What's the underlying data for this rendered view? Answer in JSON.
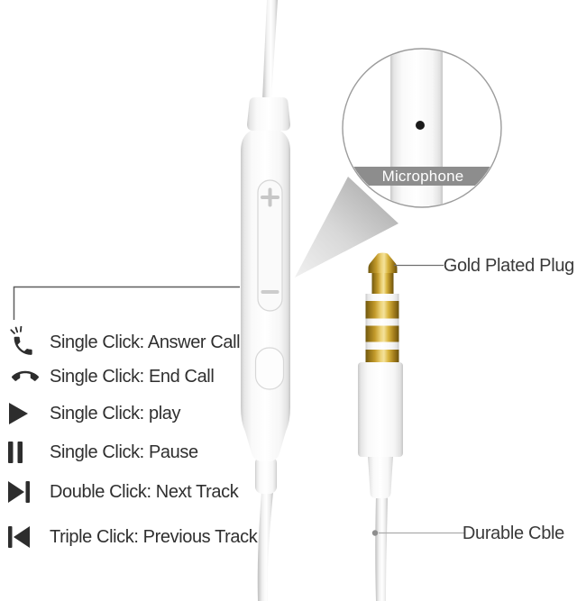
{
  "callouts": {
    "microphone": "Microphone",
    "gold_plated_plug": "Gold Plated Plug",
    "durable_cable": "Durable Cble"
  },
  "functions": [
    {
      "icon": "answer-call-icon",
      "label": "Single Click: Answer Call"
    },
    {
      "icon": "end-call-icon",
      "label": "Single Click: End Call"
    },
    {
      "icon": "play-icon",
      "label": "Single Click: play"
    },
    {
      "icon": "pause-icon",
      "label": "Single Click: Pause"
    },
    {
      "icon": "next-track-icon",
      "label": "Double Click: Next Track"
    },
    {
      "icon": "previous-track-icon",
      "label": "Triple Click: Previous Track"
    }
  ],
  "colors": {
    "icon": "#2d2d2d",
    "text": "#2f2f2f",
    "band_gray": "#8d8d8d",
    "gold_mid": "#c89b2b",
    "circle_stroke": "#9c9c9c"
  }
}
